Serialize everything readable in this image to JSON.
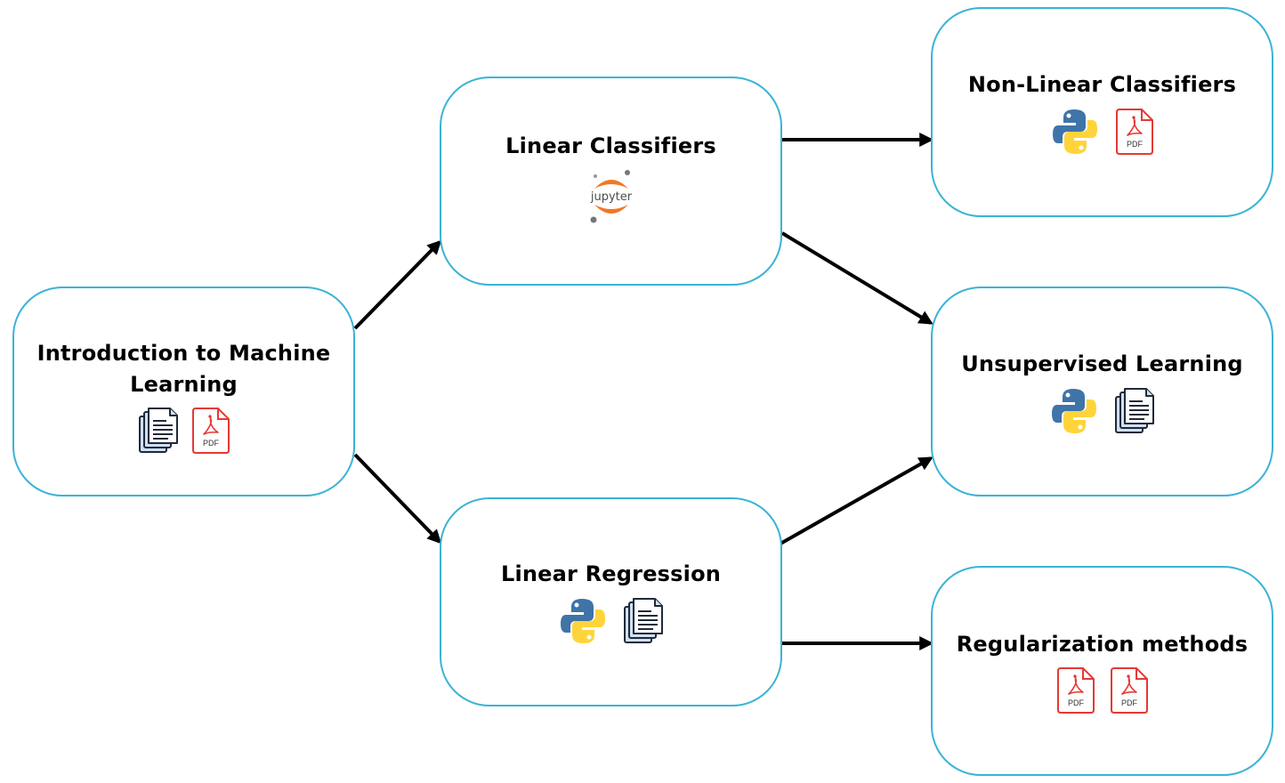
{
  "nodes": {
    "intro": {
      "title": "Introduction to Machine Learning",
      "icons": [
        "documents-icon",
        "pdf-icon"
      ]
    },
    "linear_classifiers": {
      "title": "Linear Classifiers",
      "icons": [
        "jupyter-icon"
      ],
      "jupyter_label": "jupyter"
    },
    "linear_regression": {
      "title": "Linear Regression",
      "icons": [
        "python-icon",
        "documents-icon"
      ]
    },
    "nonlinear_classifiers": {
      "title": "Non-Linear Classifiers",
      "icons": [
        "python-icon",
        "pdf-icon"
      ]
    },
    "unsupervised": {
      "title": "Unsupervised Learning",
      "icons": [
        "python-icon",
        "documents-icon"
      ]
    },
    "regularization": {
      "title": "Regularization methods",
      "icons": [
        "pdf-icon",
        "pdf-icon"
      ]
    }
  },
  "edges": [
    {
      "from": "intro",
      "to": "linear_classifiers"
    },
    {
      "from": "intro",
      "to": "linear_regression"
    },
    {
      "from": "linear_classifiers",
      "to": "nonlinear_classifiers"
    },
    {
      "from": "linear_classifiers",
      "to": "unsupervised"
    },
    {
      "from": "linear_regression",
      "to": "unsupervised"
    },
    {
      "from": "linear_regression",
      "to": "regularization"
    }
  ],
  "icon_labels": {
    "pdf": "PDF"
  },
  "colors": {
    "node_border": "#3bb3d6",
    "arrow": "#000000",
    "pdf_red": "#e53935",
    "python_blue": "#3f74a8",
    "python_yellow": "#ffd43b",
    "jupyter_orange": "#f37726",
    "doc_fill": "#cfe0f2",
    "doc_stroke": "#1f2a3a"
  }
}
